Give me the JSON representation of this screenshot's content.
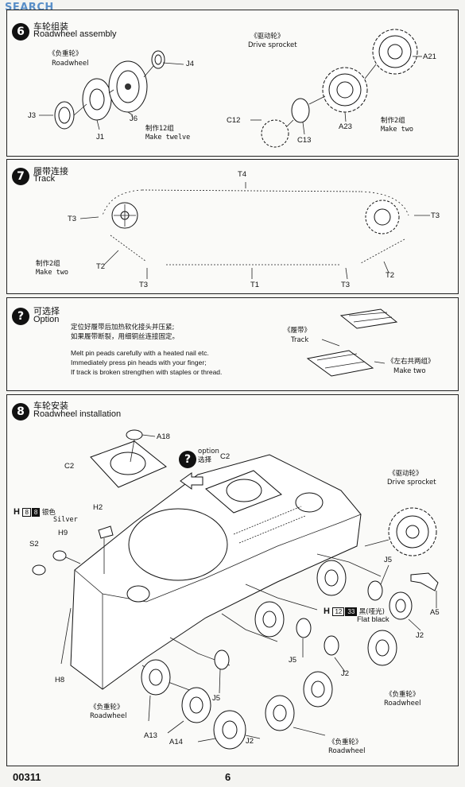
{
  "watermark": "SEARCH",
  "step6": {
    "title_cn": "车轮组装",
    "title_en": "Roadwheel assembly",
    "roadwheel_cn": "《负重轮》",
    "roadwheel_en": "Roadwheel",
    "sprocket_cn": "《驱动轮》",
    "sprocket_en": "Drive sprocket",
    "make_twelve_cn": "制作12组",
    "make_twelve_en": "Make twelve",
    "make_two_cn": "制作2组",
    "make_two_en": "Make two",
    "parts": [
      "J4",
      "J3",
      "J6",
      "J1",
      "A21",
      "C12",
      "C13",
      "A23"
    ]
  },
  "step7": {
    "number": "7",
    "title_cn": "履带连接",
    "title_en": "Track",
    "make_two_cn": "制作2组",
    "make_two_en": "Make two",
    "parts": [
      "T4",
      "T3",
      "T3",
      "T2",
      "T2",
      "T3",
      "T1",
      "T3"
    ]
  },
  "option": {
    "icon": "?",
    "title_cn": "可选择",
    "title_en": "Option",
    "text_cn_1": "定位好履带后加热软化接头并压紧;",
    "text_cn_2": "如果履带断裂，用细铜丝连接固定。",
    "text_en_1": "Melt pin peads carefully with a heated nail etc.",
    "text_en_2": "Immediately press pin heads with your finger;",
    "text_en_3": "If track is broken strengthen with staples or thread.",
    "track_cn": "《履带》",
    "track_en": "Track",
    "make_two_cn": "《左右共两组》",
    "make_two_en": "Make two"
  },
  "step8": {
    "number": "8",
    "title_cn": "车轮安装",
    "title_en": "Roadwheel installation",
    "option_en": "option",
    "option_cn": "选择",
    "sprocket_cn": "《驱动轮》",
    "sprocket_en": "Drive sprocket",
    "silver_label": "H",
    "silver_code_1": "8",
    "silver_code_2": "8",
    "silver_cn": "银色",
    "silver_en": "Silver",
    "black_label": "H",
    "black_code_1": "12",
    "black_code_2": "33",
    "black_cn": "黑(哑光)",
    "black_en": "Flat black",
    "roadwheel_cn": "《负重轮》",
    "roadwheel_en": "Roadwheel",
    "parts": [
      "A18",
      "C2",
      "C2",
      "H2",
      "H9",
      "S2",
      "H8",
      "J5",
      "A5",
      "J2",
      "J5",
      "J2",
      "J5",
      "A13",
      "A14",
      "J2"
    ]
  },
  "footer": {
    "code": "00311",
    "page": "6"
  }
}
